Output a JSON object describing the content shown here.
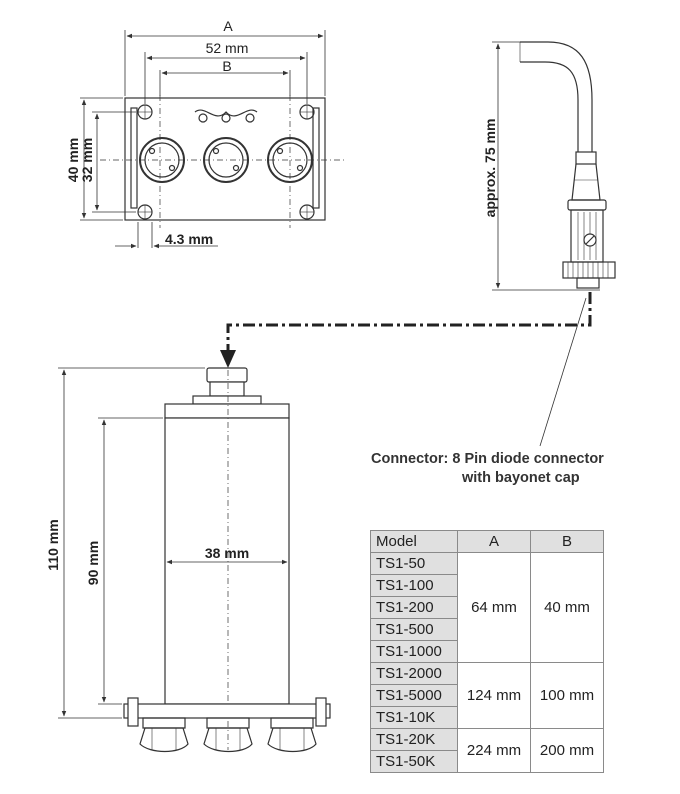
{
  "top_view": {
    "dim_a": "A",
    "dim_52": "52 mm",
    "dim_b": "B",
    "dim_40": "40 mm",
    "dim_32": "32 mm",
    "dim_43": "4.3 mm"
  },
  "connector_view": {
    "dim_75": "approx. 75 mm"
  },
  "side_view": {
    "dim_110": "110 mm",
    "dim_90": "90 mm",
    "dim_38": "38 mm"
  },
  "caption": {
    "line1": "Connector: 8 Pin diode connector",
    "line2": "with bayonet cap"
  },
  "table": {
    "headers": [
      "Model",
      "A",
      "B"
    ],
    "groups": [
      {
        "models": [
          "TS1-50",
          "TS1-100",
          "TS1-200",
          "TS1-500",
          "TS1-1000"
        ],
        "a": "64 mm",
        "b": "40 mm"
      },
      {
        "models": [
          "TS1-2000",
          "TS1-5000",
          "TS1-10K"
        ],
        "a": "124 mm",
        "b": "100 mm"
      },
      {
        "models": [
          "TS1-20K",
          "TS1-50K"
        ],
        "a": "224 mm",
        "b": "200 mm"
      }
    ]
  }
}
